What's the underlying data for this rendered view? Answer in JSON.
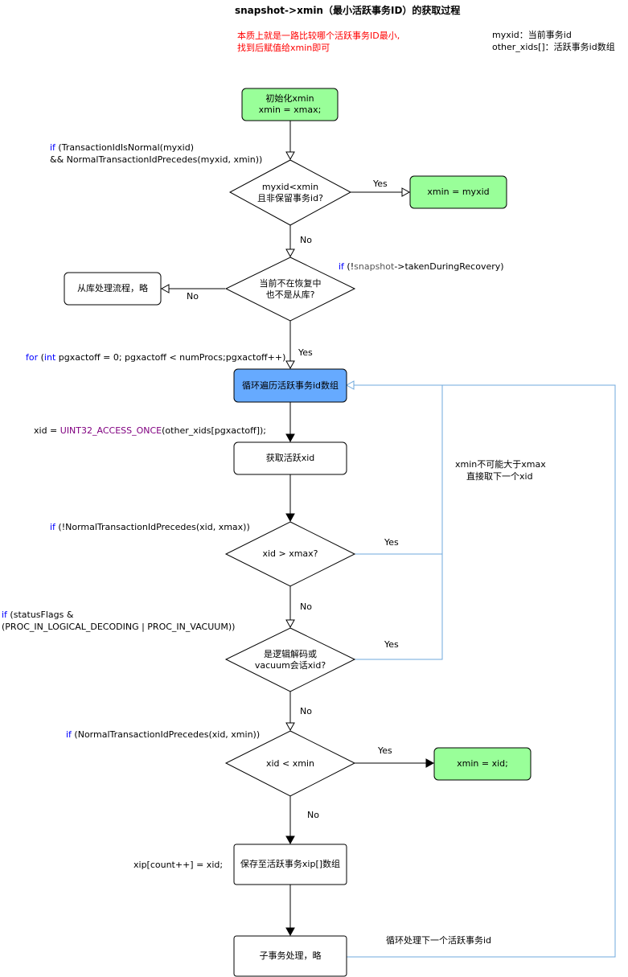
{
  "title": "snapshot->xmin（最小活跃事务ID）的获取过程",
  "note_red": [
    "本质上就是一路比较哪个活跃事务ID最小,",
    "找到后赋值给xmin即可"
  ],
  "legend": [
    "myxid：当前事务id",
    "other_xids[]：活跃事务id数组"
  ],
  "nodes": {
    "init": [
      "初始化xmin",
      "xmin = xmax;"
    ],
    "d_myxid": [
      "myxid<xmin",
      "且非保留事务id?"
    ],
    "assign_myxid": "xmin = myxid",
    "d_recovery": [
      "当前不在恢复中",
      "也不是从库?"
    ],
    "replica": "从库处理流程，略",
    "loop": "循环遍历活跃事务id数组",
    "get_xid": "获取活跃xid",
    "d_xmax": "xid > xmax?",
    "d_decoding": [
      "是逻辑解码或",
      "vacuum会话xid?"
    ],
    "d_xmin": "xid < xmin",
    "assign_xid": "xmin = xid;",
    "save": "保存至活跃事务xip[]数组",
    "subtx": "子事务处理，略"
  },
  "conds": {
    "c1": {
      "kw": "if",
      "line1": " (TransactionIdIsNormal(myxid)",
      "line2": "&& NormalTransactionIdPrecedes(myxid, xmin))"
    },
    "c2": {
      "kw": "if",
      "pre": " (!",
      "gray": "snapshot",
      "post": "->takenDuringRecovery)"
    },
    "c3": {
      "kw1": "for",
      "a": " (",
      "kw2": "int",
      "b": " pgxactoff = 0; pgxactoff < numProcs;pgxactoff++)"
    },
    "c4": {
      "pre": "xid = ",
      "fn": "UINT32_ACCESS_ONCE",
      "post": "(other_xids[pgxactoff]);"
    },
    "c5": {
      "kw": "if",
      "rest": " (!NormalTransactionIdPrecedes(xid, xmax))"
    },
    "c6": {
      "kw": "if",
      "line1": " (statusFlags &",
      "line2": "(PROC_IN_LOGICAL_DECODING | PROC_IN_VACUUM))"
    },
    "c7": {
      "kw": "if",
      "rest": " (NormalTransactionIdPrecedes(xid, xmin))"
    },
    "c8": "xip[count++] = xid;"
  },
  "edge_labels": {
    "yes1": "Yes",
    "no1": "No",
    "no2": "No",
    "yes2": "Yes",
    "yes3": "Yes",
    "no3": "No",
    "yes4": "Yes",
    "no4": "No",
    "yes5": "Yes",
    "no5": "No"
  },
  "notes": {
    "skip": [
      "xmin不可能大于xmax",
      "直接取下一个xid"
    ],
    "next": "循环处理下一个活跃事务id"
  },
  "colors": {
    "green": "#99ff99",
    "blue": "#66aaff",
    "line": "#000000",
    "loop_line": "#6fa8dc",
    "red": "#ff0000",
    "keyword": "#0000ff",
    "function": "#800080"
  }
}
